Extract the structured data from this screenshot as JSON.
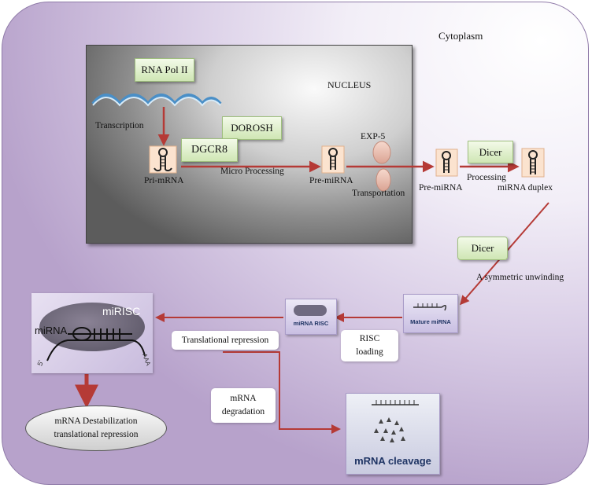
{
  "cytoplasm_label": "Cytoplasm",
  "nucleus_label": "NUCLEUS",
  "enzymes": {
    "rna_pol": "RNA Pol II",
    "drosha": "DOROSH",
    "dgcr8": "DGCR8",
    "dicer_top": "Dicer",
    "dicer_side": "Dicer"
  },
  "labels": {
    "transcription": "Transcription",
    "pri_mirna": "Pri-mRNA",
    "micro_processing": "Micro Processing",
    "pre_mirna_nucleus": "Pre-miRNA",
    "exp5": "EXP-5",
    "transportation": "Transportation",
    "pre_mirna_cyto": "Pre-miRNA",
    "processing": "Processing",
    "mirna_duplex": "miRNA duplex",
    "asymmetric": "A symmetric unwinding",
    "translational_repression": "Translational repression",
    "risc_loading_1": "RISC",
    "risc_loading_2": "loading",
    "mrna_degradation_1": "mRNA",
    "mrna_degradation_2": "degradation",
    "destab_1": "mRNA Destabilization",
    "destab_2": "translational repression"
  },
  "panels": {
    "mature": "Mature miRNA",
    "mirna_risc": "miRNA RISC",
    "mirisc_title": "miRISC",
    "mirisc_mirna": "miRNA",
    "mirisc_5": "5'",
    "mirisc_aaa": "AAA",
    "cleavage": "mRNA cleavage"
  },
  "colors": {
    "arrow": "#b53a36",
    "cytoplasm_edge": "#8f7aa8",
    "nucleus_dark": "#5c5c5c",
    "panel_title": "#1f3464"
  }
}
